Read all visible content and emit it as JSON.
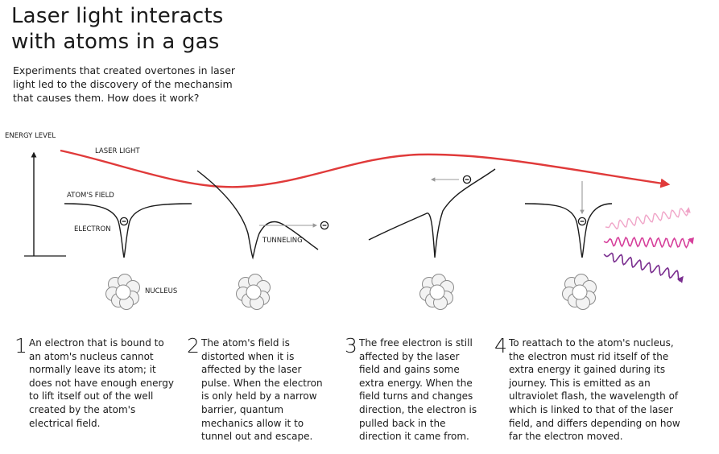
{
  "title_lines": [
    "Laser light interacts",
    "with atoms in a gas"
  ],
  "subtitle_lines": [
    "Experiments that created overtones in laser",
    "light led to the discovery of the mechansim",
    "that causes them. How does it work?"
  ],
  "labels": {
    "energy_level": "ENERGY LEVEL",
    "laser_light": "LASER LIGHT",
    "atoms_field": "ATOM'S FIELD",
    "electron": "ELECTRON",
    "nucleus": "NUCLEUS",
    "tunneling": "TUNNELING",
    "electron_symbol": "⊖"
  },
  "colors": {
    "laser": "#e03a3a",
    "text": "#1a1a1a",
    "gray_arrow": "#999999",
    "uv_light_pink": "#f0a5c8",
    "uv_magenta": "#d6409b",
    "uv_purple": "#7a2e8f"
  },
  "steps": [
    {
      "number": "1",
      "lines": [
        "An electron that is bound to",
        "an atom's nucleus cannot",
        "normally leave its atom; it",
        "does not have enough energy",
        "to lift itself out of the well",
        "created by the atom's",
        "electrical field."
      ]
    },
    {
      "number": "2",
      "lines": [
        "The atom's field is",
        "distorted when it is",
        "affected by the laser",
        "pulse. When the electron",
        "is only held by a narrow",
        "barrier, quantum",
        "mechanics allow it to",
        "tunnel out and escape."
      ]
    },
    {
      "number": "3",
      "lines": [
        "The free electron is still",
        "affected by the laser",
        "field and gains some",
        "extra energy. When the",
        "field turns and changes",
        "direction, the electron is",
        "pulled back in the",
        "direction it came from."
      ]
    },
    {
      "number": "4",
      "lines": [
        "To reattach to the atom's nucleus,",
        "the electron must rid itself of the",
        "extra energy it gained during its",
        "journey. This is emitted as an",
        "ultraviolet flash, the wavelength of",
        "which is linked to that of the laser",
        "field, and differs depending on how",
        "far the electron moved."
      ]
    }
  ]
}
